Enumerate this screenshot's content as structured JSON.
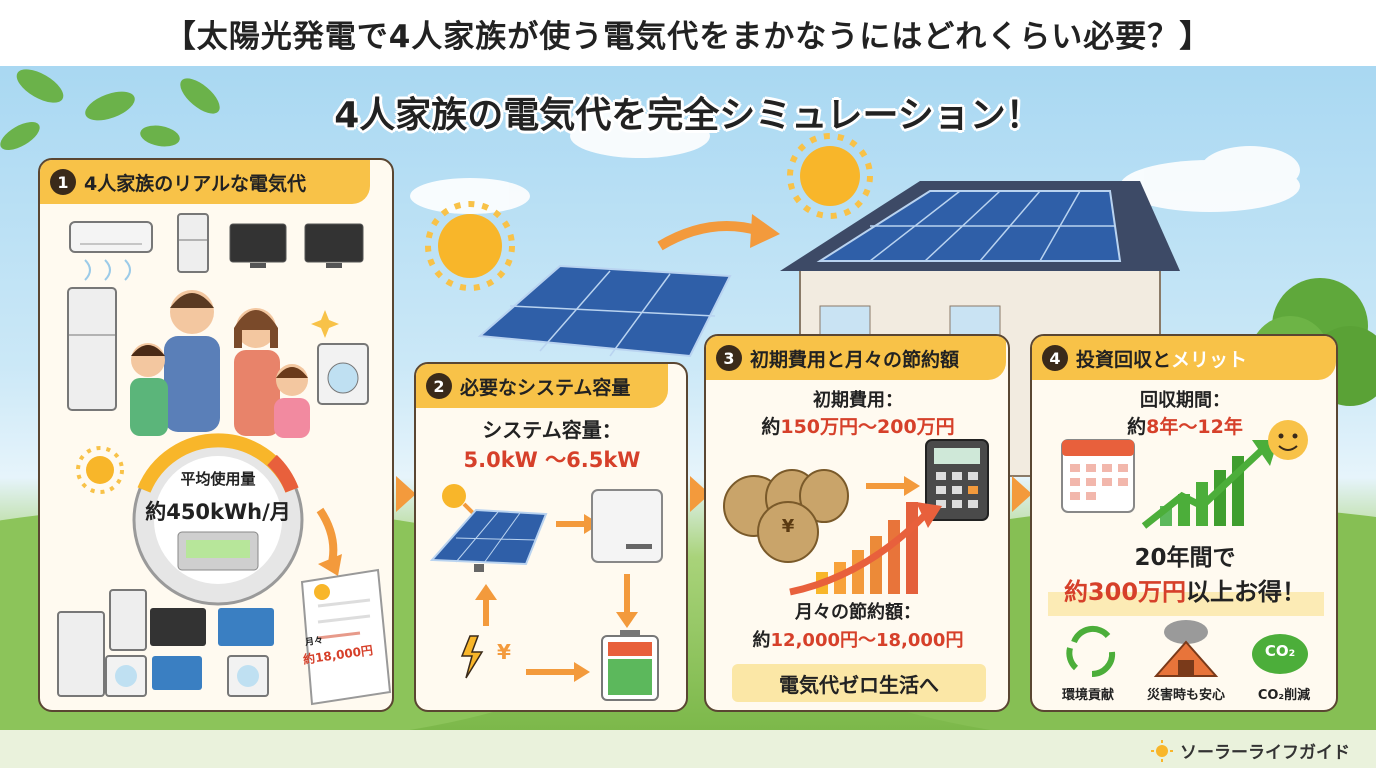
{
  "title": "【太陽光発電で4人家族が使う電気代をまかなうにはどれくらい必要？】",
  "subtitle": "4人家族の電気代を完全シミュレーション！",
  "panel1": {
    "number": "1",
    "heading": "4人家族のリアルな電気代",
    "meter_label": "平均使用量",
    "meter_value": "約450kWh/月",
    "bill_label": "月々",
    "bill_value": "約18,000円"
  },
  "panel2": {
    "number": "2",
    "heading": "必要なシステム容量",
    "capacity_label": "システム容量：",
    "capacity_value": "5.0kW 〜6.5kW",
    "yen_symbol": "¥"
  },
  "panel3": {
    "number": "3",
    "heading": "初期費用と月々の節約額",
    "initial_label": "初期費用：",
    "initial_prefix": "約",
    "initial_value": "150万円〜200万円",
    "saving_label": "月々の節約額：",
    "saving_prefix": "約",
    "saving_value": "12,000円〜18,000円",
    "banner": "電気代ゼロ生活へ",
    "bag_symbol": "¥"
  },
  "panel4": {
    "number": "4",
    "heading_a": "投資回収と",
    "heading_b": "メリット",
    "payback_label": "回収期間：",
    "payback_prefix": "約",
    "payback_value": "8年〜12年",
    "gain_line1": "20年間で",
    "gain_value": "約300万円",
    "gain_suffix": "以上お得！",
    "merits": [
      "環境貢献",
      "災害時も安心",
      "CO₂削減"
    ],
    "co2_badge": "CO₂"
  },
  "footer_logo": "ソーラーライフガイド",
  "colors": {
    "accent": "#f8c248",
    "highlight": "#d6402a",
    "frame": "#5a4632",
    "arrow": "#f39a3c",
    "green": "#4cae3a"
  }
}
